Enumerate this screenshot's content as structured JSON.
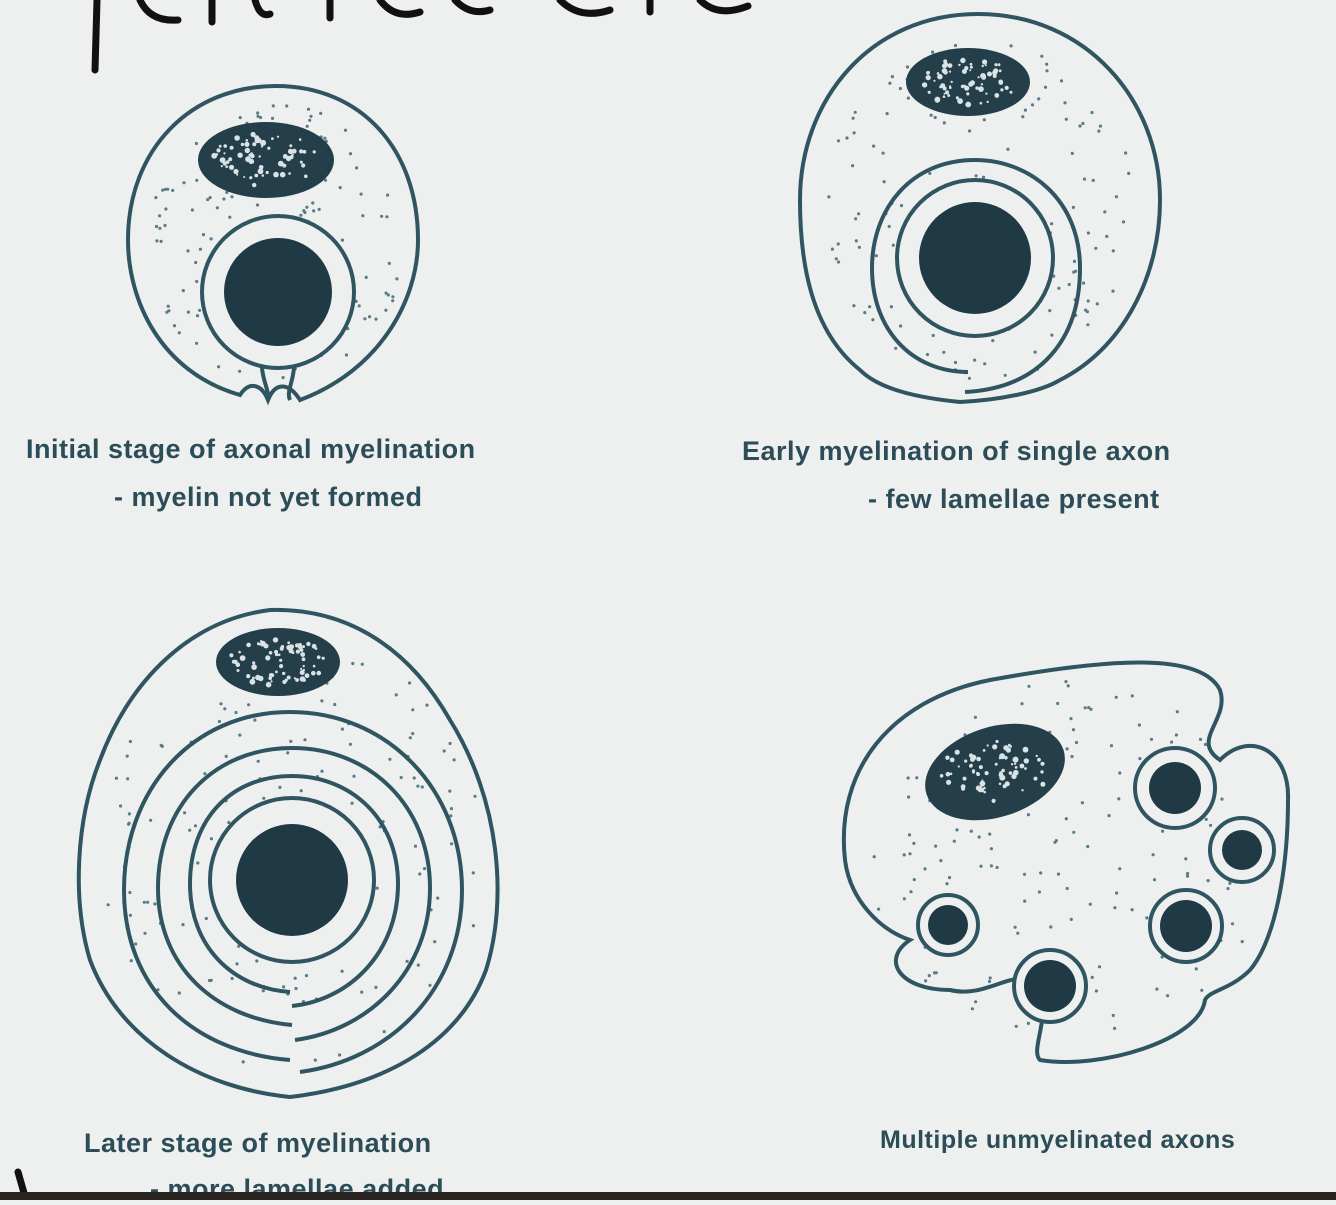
{
  "colors": {
    "background": "#eef0f0",
    "outline": "#2f5560",
    "stipple": "#5a7c86",
    "axon": "#203a45",
    "nucleus": "#243f4a",
    "handwriting": "#111111"
  },
  "panels": [
    {
      "id": "initial",
      "caption_line1": "Initial stage of axonal myelination",
      "caption_line2": "- myelin not yet formed"
    },
    {
      "id": "early",
      "caption_line1": "Early myelination of single axon",
      "caption_line2": "- few lamellae present"
    },
    {
      "id": "later",
      "caption_line1": "Later stage of myelination",
      "caption_line2": "- more lamellae added"
    },
    {
      "id": "unmyelinated",
      "caption_line1": "Multiple unmyelinated axons",
      "caption_line2": ""
    }
  ]
}
